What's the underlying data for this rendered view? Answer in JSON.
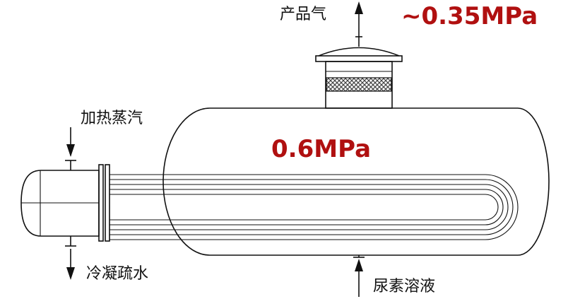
{
  "labels": {
    "product_gas": "产品气",
    "heating_steam": "加热蒸汽",
    "condensate": "冷凝疏水",
    "urea_solution": "尿素溶液"
  },
  "pressures": {
    "outlet": "~0.35MPa",
    "vessel": "0.6MPa"
  },
  "colors": {
    "pressure_text": "#b01010",
    "line": "#111111",
    "mesh": "#555555"
  }
}
